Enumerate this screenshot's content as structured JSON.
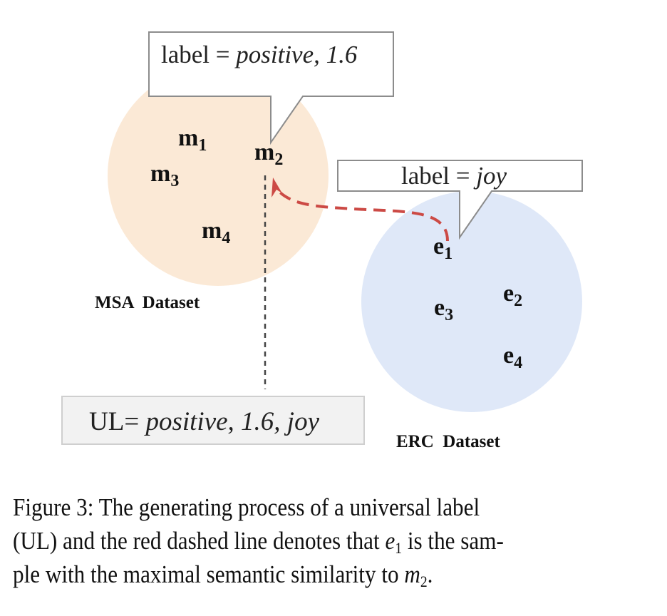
{
  "figure": {
    "colors": {
      "msa_fill": "#fbe9d6",
      "erc_fill": "#dfe8f8",
      "callout_border": "#8c8c8c",
      "ul_box_fill": "#f2f2f2",
      "ul_box_border": "#cfcfcf",
      "similarity_arrow": "#cc4a45",
      "highlight_node": "#e0201c",
      "ul_dashed_line": "#444444"
    },
    "msa": {
      "title": "MSA  Dataset",
      "nodes": [
        {
          "base": "m",
          "sub": "1"
        },
        {
          "base": "m",
          "sub": "2"
        },
        {
          "base": "m",
          "sub": "3"
        },
        {
          "base": "m",
          "sub": "4"
        }
      ],
      "callout": {
        "prefix": "label = ",
        "value": "positive, 1.6"
      }
    },
    "erc": {
      "title": "ERC  Dataset",
      "nodes": [
        {
          "base": "e",
          "sub": "1",
          "highlighted": true
        },
        {
          "base": "e",
          "sub": "2"
        },
        {
          "base": "e",
          "sub": "3"
        },
        {
          "base": "e",
          "sub": "4"
        }
      ],
      "callout": {
        "prefix": "label = ",
        "value": "joy"
      }
    },
    "universal_label": {
      "prefix": "UL= ",
      "value": "positive, 1.6, joy"
    }
  },
  "caption": {
    "line1": "Figure 3: The generating process of a universal label",
    "line2_a": "(UL) and the red dashed line denotes that ",
    "line2_math_base": "e",
    "line2_math_sub": "1",
    "line2_b": " is the sam-",
    "line3_a": "ple with the maximal semantic similarity to ",
    "line3_math_base": "m",
    "line3_math_sub": "2",
    "line3_b": "."
  }
}
